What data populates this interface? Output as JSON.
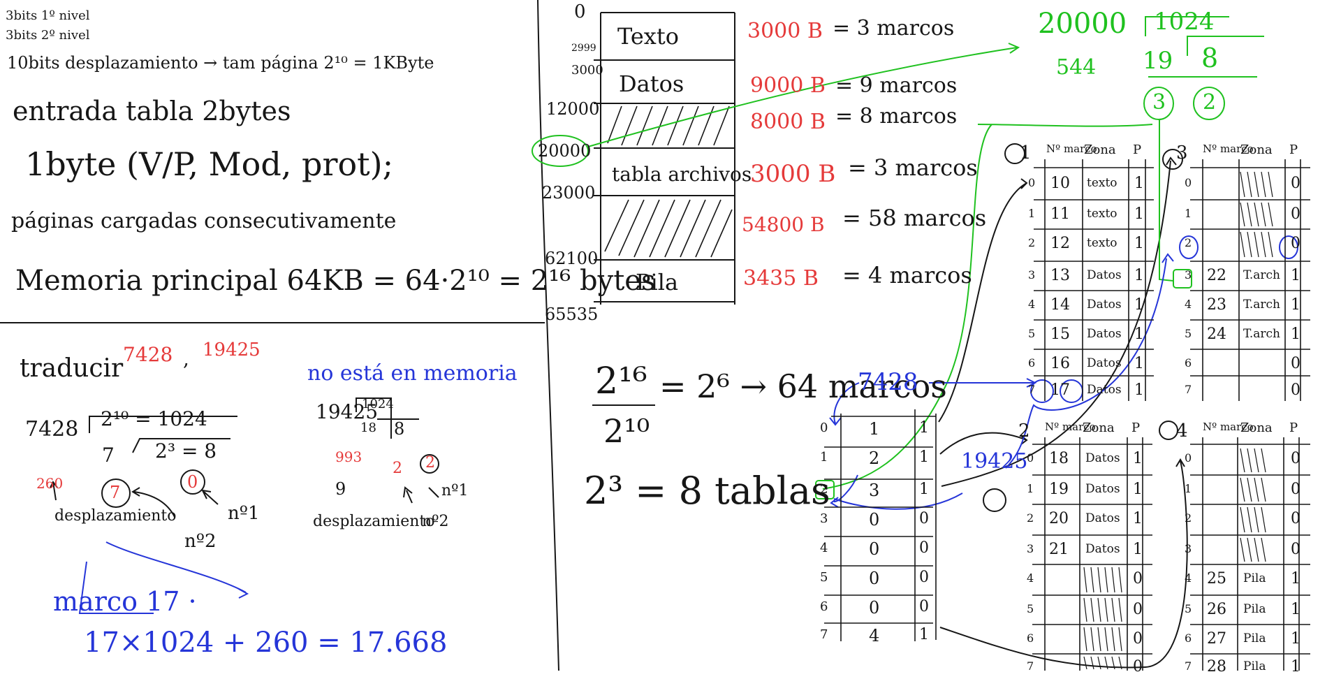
{
  "left_notes": {
    "line1": "3bits 1º nivel",
    "line2": "3bits 2º nivel",
    "line3": "10bits desplazamiento → tam página 2¹⁰ = 1KByte",
    "line4": "entrada tabla 2bytes",
    "line5": "1byte (V/P, Mod, prot);",
    "line6": "páginas cargadas consecutivamente",
    "line7": "Memoria principal 64KB = 64·2¹⁰ = 2¹⁶ bytes"
  },
  "translate": {
    "label": "traducir",
    "addr1": "7428",
    "comma": ",",
    "addr2": "19425",
    "not_in_memory": "no está en memoria",
    "d1_dividend": "7428",
    "d1_divisor": "2¹⁰ = 1024",
    "d1_quotient": "7",
    "d1_divisor2": "2³ = 8",
    "d1_offset": "260",
    "d1_level2": "7",
    "d1_level1": "0",
    "lbl_desplazamiento": "desplazamiento",
    "lbl_n1": "nº1",
    "lbl_n2": "nº2",
    "d2_dividend": "19425",
    "d2_divisor": "1024",
    "d2_quotient": "18",
    "d2_divisor2": "8",
    "d2_offset": "993",
    "d2_level2": "2",
    "d2_level1": "2",
    "d2_rem": "9",
    "lbl_desplazamiento2": "desplazamiento",
    "lbl_n1b": "nº1",
    "lbl_n2b": "nº2",
    "marco": "marco 17 ·",
    "result": "17×1024 + 260 = 17.668"
  },
  "memory_map": {
    "addr_0": "0",
    "addr_2999": "2999",
    "addr_3000": "3000",
    "addr_12000": "12000",
    "addr_20000": "20000",
    "addr_23000": "23000",
    "addr_62100": "62100",
    "addr_65535": "65535",
    "seg_texto": "Texto",
    "seg_datos": "Datos",
    "seg_tabla": "tabla archivos",
    "seg_pila": "Pila",
    "size_texto": "3000 B",
    "size_datos": "9000 B",
    "size_hueco": "8000 B",
    "size_tabla": "3000 B",
    "size_hueco2": "54800 B",
    "size_pila": "3435 B",
    "marcos_texto": "= 3 marcos",
    "marcos_datos": "= 9 marcos",
    "marcos_hueco": "= 8 marcos",
    "marcos_tabla": "= 3 marcos",
    "marcos_hueco2": "= 58 marcos",
    "marcos_pila": "= 4 marcos"
  },
  "green_calc": {
    "dividend": "20000",
    "divisor": "1024",
    "rem": "544",
    "quotient": "19",
    "divisor2": "8",
    "q2": "3",
    "r2": "2"
  },
  "middle_calc": {
    "frac_top": "2¹⁶",
    "frac_bottom": "2¹⁰",
    "equals": "= 2⁶ → 64 marcos",
    "tables": "2³ = 8 tablas",
    "blue_7428": "7428",
    "blue_19425": "19425"
  },
  "first_level_table": {
    "rows": [
      {
        "idx": "0",
        "val": "1",
        "p": "1"
      },
      {
        "idx": "1",
        "val": "2",
        "p": "1"
      },
      {
        "idx": "2",
        "val": "3",
        "p": "1"
      },
      {
        "idx": "3",
        "val": "0",
        "p": "0"
      },
      {
        "idx": "4",
        "val": "0",
        "p": "0"
      },
      {
        "idx": "5",
        "val": "0",
        "p": "0"
      },
      {
        "idx": "6",
        "val": "0",
        "p": "0"
      },
      {
        "idx": "7",
        "val": "4",
        "p": "1"
      }
    ]
  },
  "table1": {
    "label": "1",
    "h_marco": "Nº marco",
    "h_zona": "Zona",
    "h_p": "P",
    "rows": [
      {
        "idx": "0",
        "m": "10",
        "z": "texto",
        "p": "1"
      },
      {
        "idx": "1",
        "m": "11",
        "z": "texto",
        "p": "1"
      },
      {
        "idx": "2",
        "m": "12",
        "z": "texto",
        "p": "1"
      },
      {
        "idx": "3",
        "m": "13",
        "z": "Datos",
        "p": "1"
      },
      {
        "idx": "4",
        "m": "14",
        "z": "Datos",
        "p": "1"
      },
      {
        "idx": "5",
        "m": "15",
        "z": "Datos",
        "p": "1"
      },
      {
        "idx": "6",
        "m": "16",
        "z": "Datos",
        "p": "1"
      },
      {
        "idx": "7",
        "m": "17",
        "z": "Datos",
        "p": "1"
      }
    ]
  },
  "table2": {
    "label": "2",
    "h_marco": "Nº marco",
    "h_zona": "Zona",
    "h_p": "P",
    "rows": [
      {
        "idx": "0",
        "m": "18",
        "z": "Datos",
        "p": "1"
      },
      {
        "idx": "1",
        "m": "19",
        "z": "Datos",
        "p": "1"
      },
      {
        "idx": "2",
        "m": "20",
        "z": "Datos",
        "p": "1"
      },
      {
        "idx": "3",
        "m": "21",
        "z": "Datos",
        "p": "1"
      },
      {
        "idx": "4",
        "m": "",
        "z": "",
        "p": "0"
      },
      {
        "idx": "5",
        "m": "",
        "z": "",
        "p": "0"
      },
      {
        "idx": "6",
        "m": "",
        "z": "",
        "p": "0"
      },
      {
        "idx": "7",
        "m": "",
        "z": "",
        "p": "0"
      }
    ]
  },
  "table3": {
    "label": "3",
    "h_marco": "Nº marco",
    "h_zona": "Zona",
    "h_p": "P",
    "rows": [
      {
        "idx": "0",
        "m": "",
        "z": "",
        "p": "0"
      },
      {
        "idx": "1",
        "m": "",
        "z": "",
        "p": "0"
      },
      {
        "idx": "2",
        "m": "",
        "z": "",
        "p": "0"
      },
      {
        "idx": "3",
        "m": "22",
        "z": "T.arch",
        "p": "1"
      },
      {
        "idx": "4",
        "m": "23",
        "z": "T.arch",
        "p": "1"
      },
      {
        "idx": "5",
        "m": "24",
        "z": "T.arch",
        "p": "1"
      },
      {
        "idx": "6",
        "m": "",
        "z": "",
        "p": "0"
      },
      {
        "idx": "7",
        "m": "",
        "z": "",
        "p": "0"
      }
    ]
  },
  "table4": {
    "label": "4",
    "h_marco": "Nº marco",
    "h_zona": "Zona",
    "h_p": "P",
    "rows": [
      {
        "idx": "0",
        "m": "",
        "z": "",
        "p": "0"
      },
      {
        "idx": "1",
        "m": "",
        "z": "",
        "p": "0"
      },
      {
        "idx": "2",
        "m": "",
        "z": "",
        "p": "0"
      },
      {
        "idx": "3",
        "m": "",
        "z": "",
        "p": "0"
      },
      {
        "idx": "4",
        "m": "25",
        "z": "Pila",
        "p": "1"
      },
      {
        "idx": "5",
        "m": "26",
        "z": "Pila",
        "p": "1"
      },
      {
        "idx": "6",
        "m": "27",
        "z": "Pila",
        "p": "1"
      },
      {
        "idx": "7",
        "m": "28",
        "z": "Pila",
        "p": "1"
      }
    ]
  },
  "colors": {
    "ink": "#161616",
    "red": "#e53a3a",
    "blue": "#2535d8",
    "green": "#1fc11f"
  }
}
